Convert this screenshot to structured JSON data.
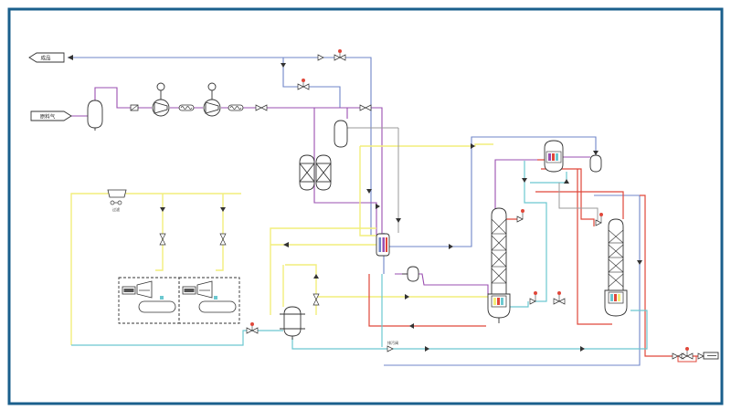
{
  "colors": {
    "frame": "#1a5f8c",
    "violet": "#9a4fb0",
    "blue": "#6f86c8",
    "yellow": "#f2ee7c",
    "red": "#e0473a",
    "cyan": "#6cc8d0",
    "gray": "#9a9a9a",
    "equipment": "#333333",
    "valve_red": "#e0473a"
  },
  "labels": {
    "product_outlet": "成品",
    "feed_inlet": "原料气",
    "filter": "过滤",
    "bottom_valve": "排污阀"
  }
}
